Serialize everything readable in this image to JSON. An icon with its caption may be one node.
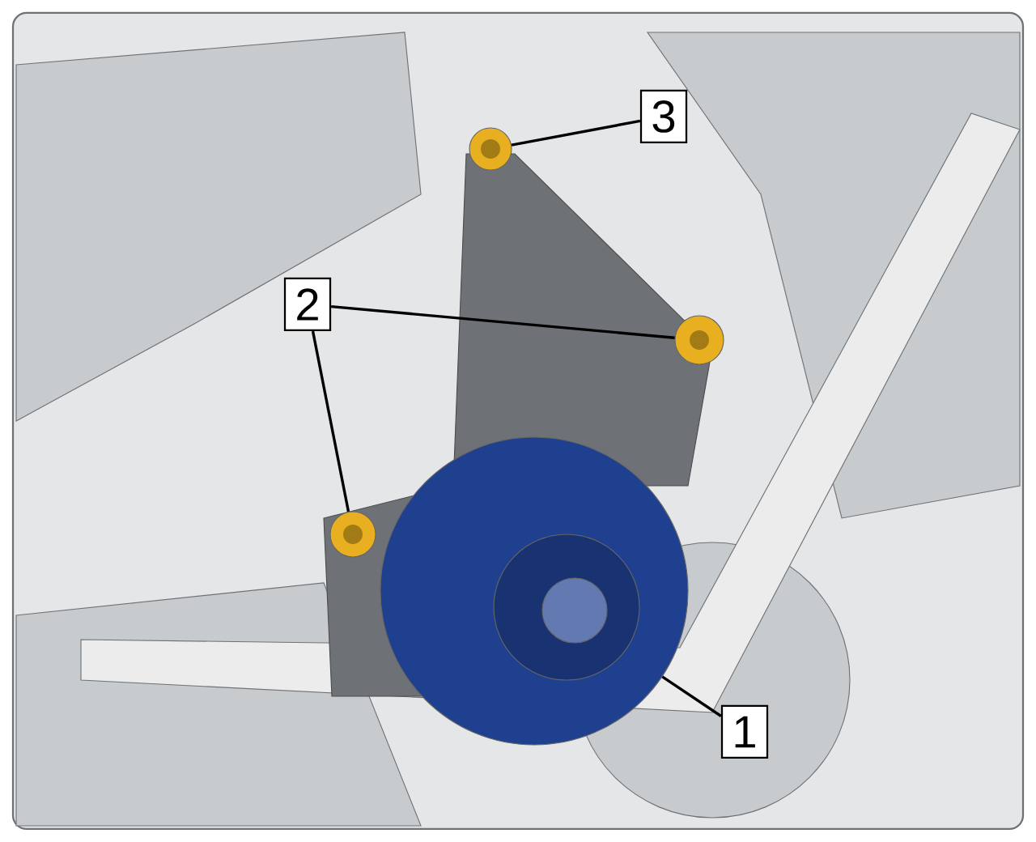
{
  "diagram": {
    "nodes": [
      {
        "text": [
          "3"
        ]
      },
      {
        "text": [],
        "shape": "picture"
      },
      {
        "text": [
          "2"
        ]
      },
      {
        "text": [],
        "shape": "picture"
      },
      {
        "text": [],
        "shape": "picture"
      },
      {
        "text": [
          "1"
        ]
      },
      {
        "text": [],
        "shape": "picture"
      }
    ],
    "edges": [
      {
        "from": 0,
        "to": 1,
        "arrow": "none"
      },
      {
        "from": 2,
        "to": 3,
        "arrow": "none"
      },
      {
        "from": 2,
        "to": 4,
        "arrow": "none"
      },
      {
        "from": 5,
        "to": 6,
        "arrow": "none"
      }
    ]
  }
}
